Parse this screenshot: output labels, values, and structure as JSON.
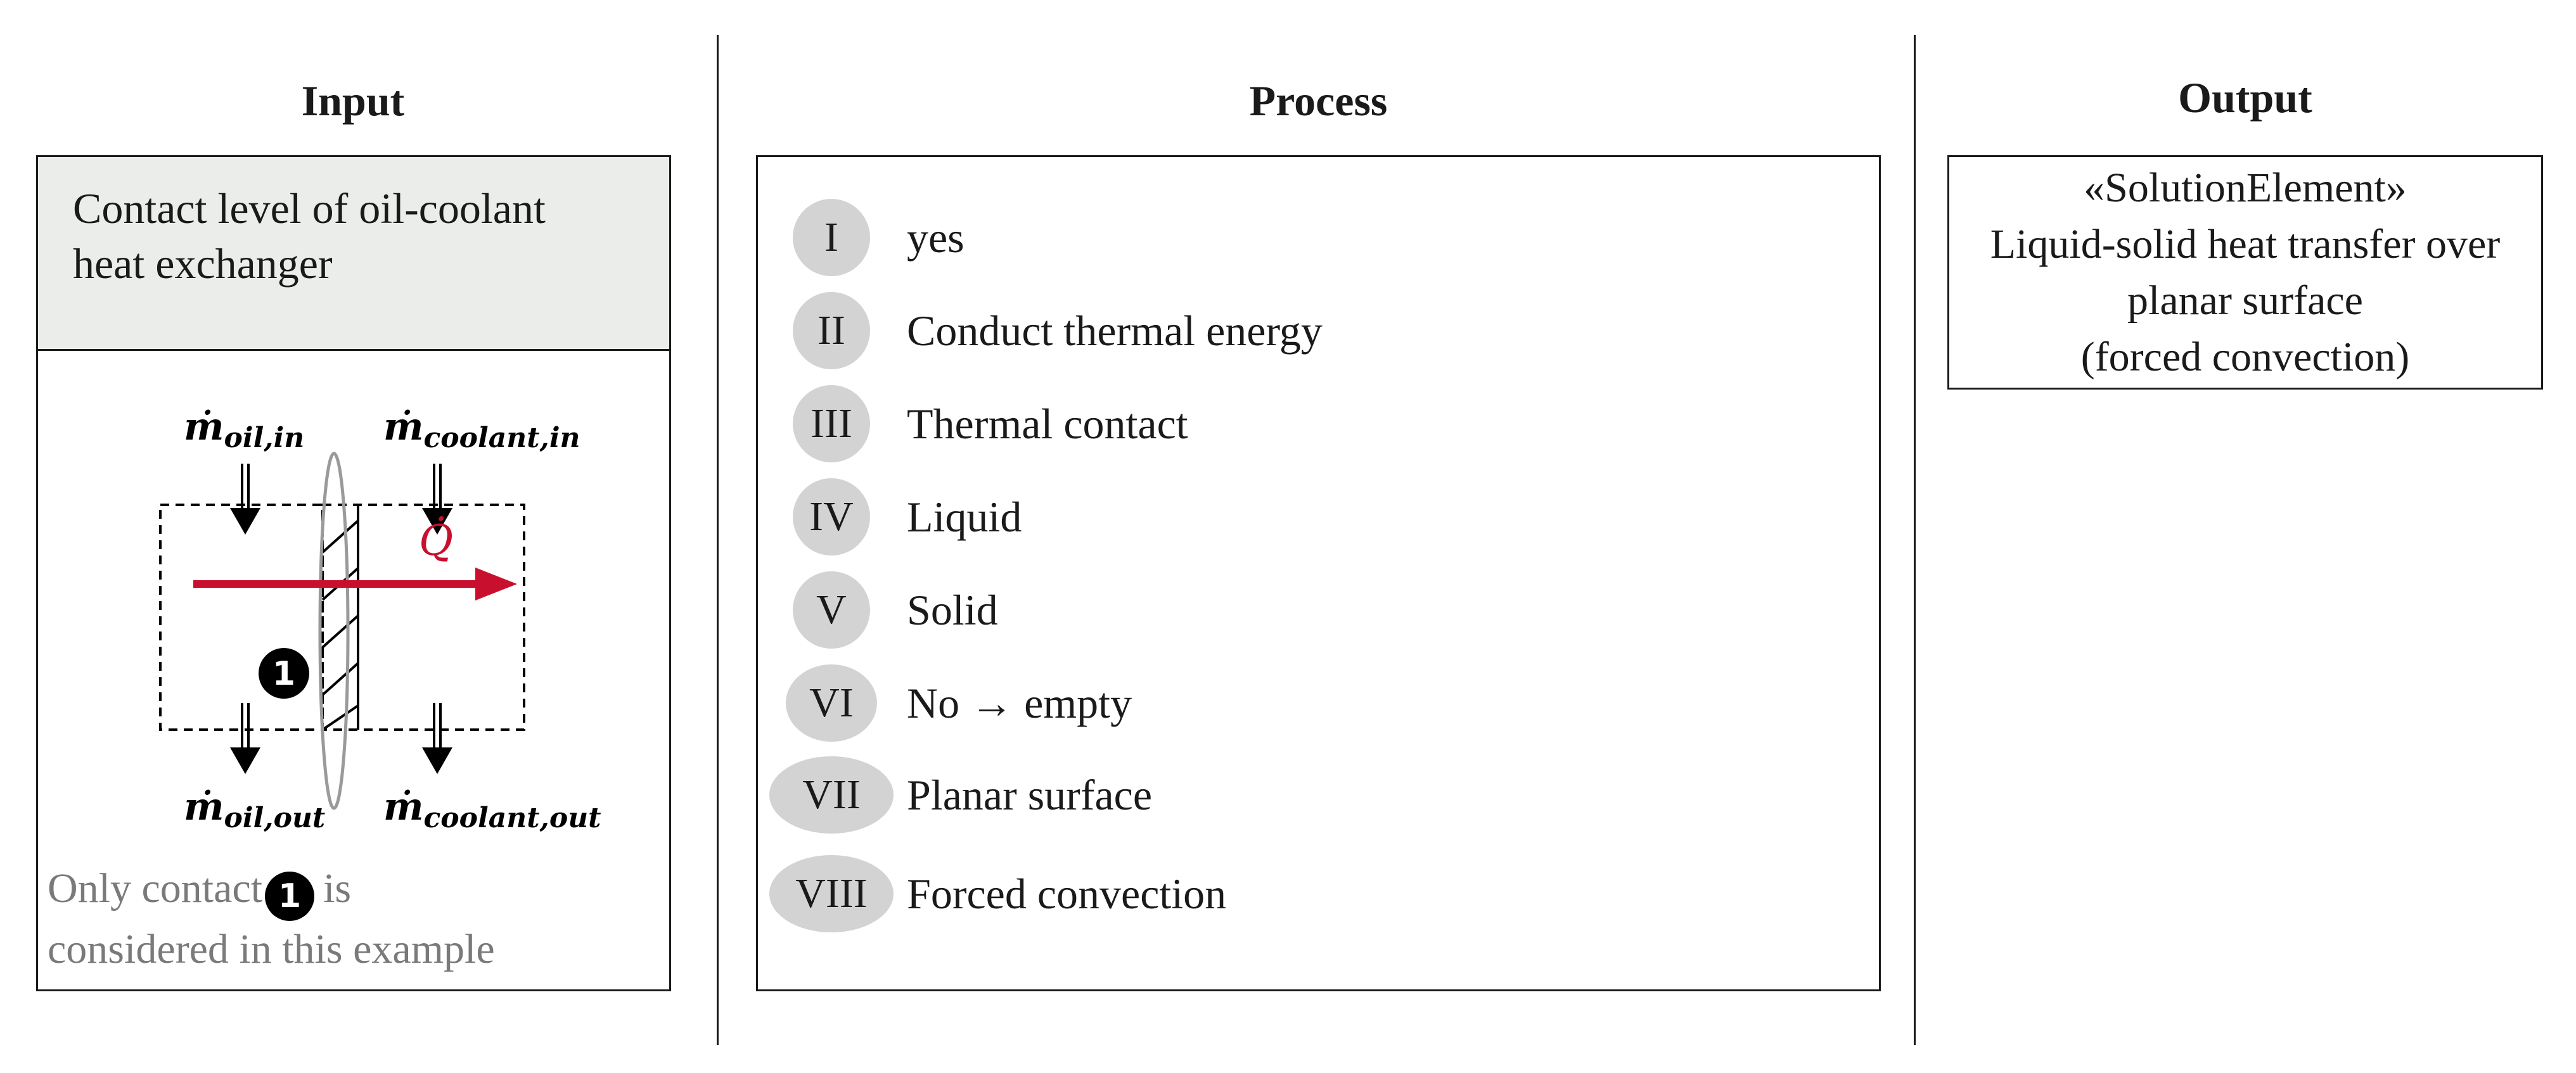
{
  "columns": {
    "input": "Input",
    "process": "Process",
    "output": "Output"
  },
  "input": {
    "header_line1": "Contact level of oil-coolant",
    "header_line2": "heat exchanger",
    "labels": {
      "m_oil_in": "ṁ",
      "m_oil_in_sub": "oil,in",
      "m_coolant_in": "ṁ",
      "m_coolant_in_sub": "coolant,in",
      "m_oil_out": "ṁ",
      "m_oil_out_sub": "oil,out",
      "m_coolant_out": "ṁ",
      "m_coolant_out_sub": "coolant,out",
      "q_dot": "Q̇",
      "contact_marker": "1"
    },
    "note_line1_a": "Only contact",
    "note_marker": "1",
    "note_line1_b": "is",
    "note_line2": "considered in this example"
  },
  "process": {
    "steps": [
      {
        "num": "I",
        "text": "yes"
      },
      {
        "num": "II",
        "text": "Conduct thermal energy"
      },
      {
        "num": "III",
        "text": "Thermal contact"
      },
      {
        "num": "IV",
        "text": "Liquid"
      },
      {
        "num": "V",
        "text": "Solid"
      },
      {
        "num": "VI",
        "text": "No → empty"
      },
      {
        "num": "VII",
        "text": "Planar surface"
      },
      {
        "num": "VIII",
        "text": "Forced convection"
      }
    ]
  },
  "output": {
    "line1": "«SolutionElement»",
    "line2": "Liquid-solid heat transfer over",
    "line3": "planar surface",
    "line4": "(forced convection)"
  },
  "colors": {
    "heat_arrow": "#c8102e",
    "header_fill": "#ebedeb",
    "step_circle": "#d3d3d3",
    "note_text": "#7a7a7a"
  }
}
